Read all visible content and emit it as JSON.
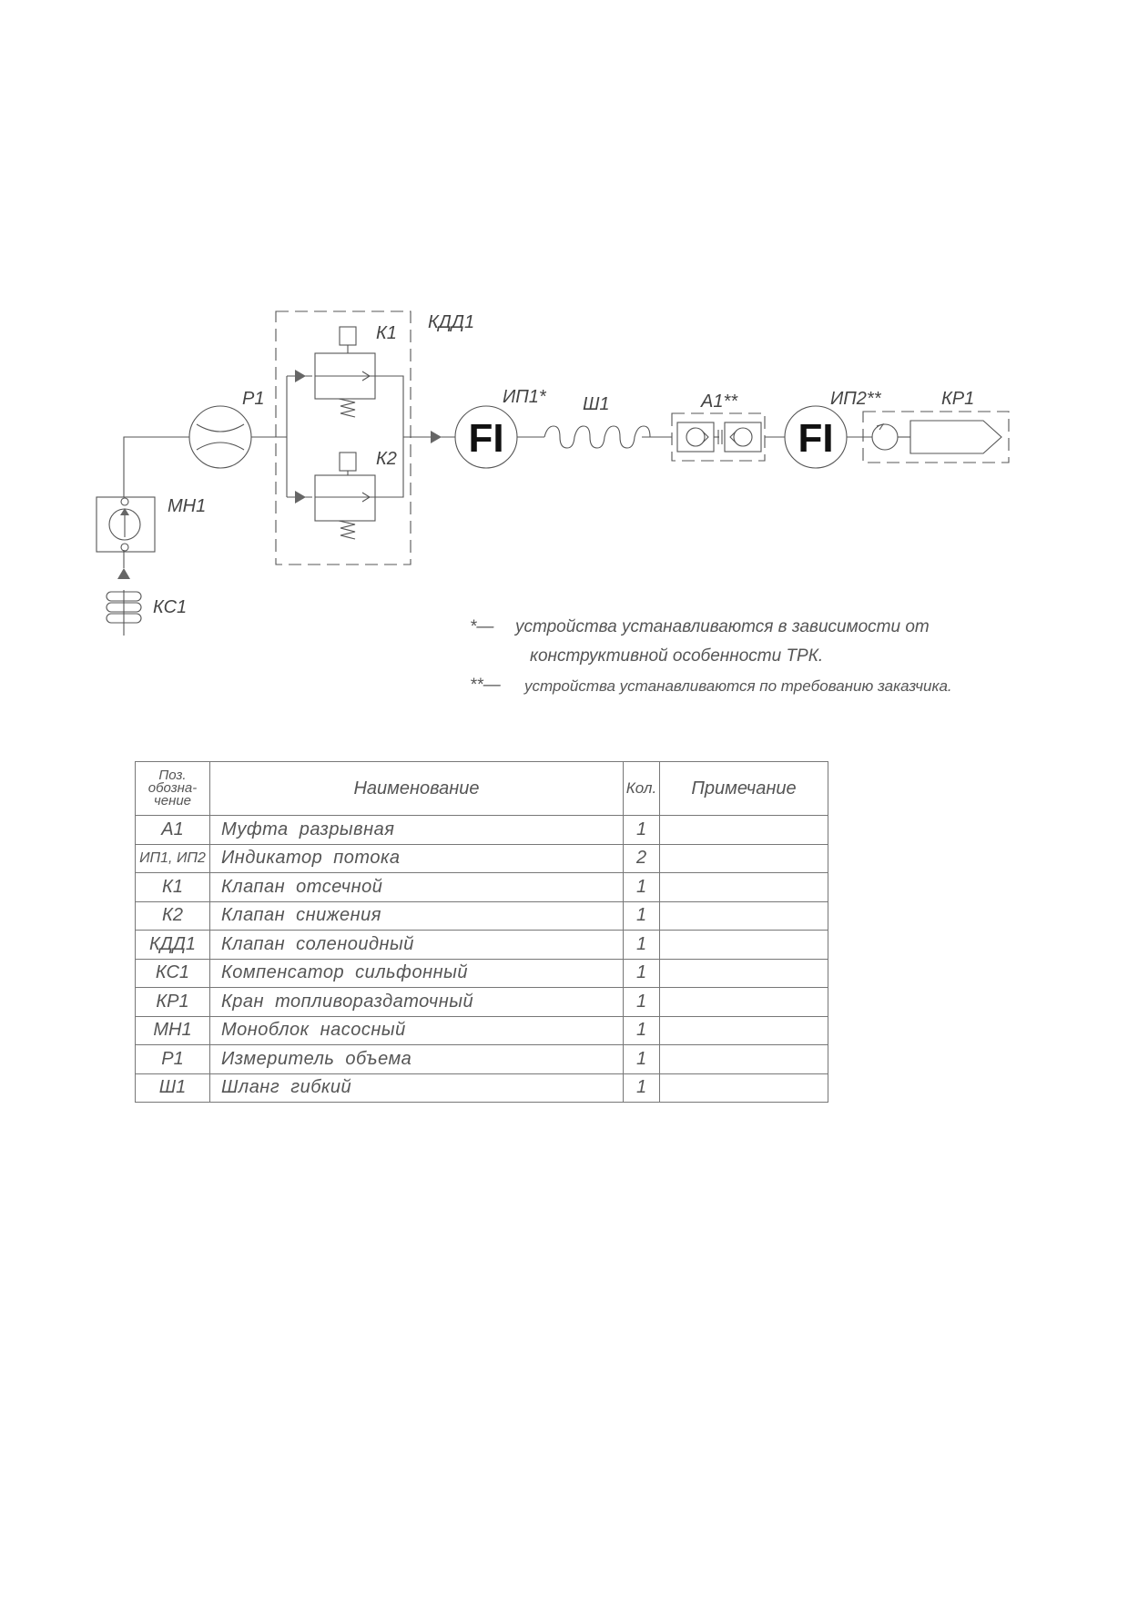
{
  "diagram": {
    "labels": {
      "kdd1": "КДД1",
      "k1": "К1",
      "k2": "К2",
      "r1": "Р1",
      "mn1": "МН1",
      "ks1": "КС1",
      "ip1": "ИП1*",
      "sh1": "Ш1",
      "a1": "А1**",
      "ip2": "ИП2**",
      "kr1": "КР1"
    },
    "indicator_text": "FI"
  },
  "notes": [
    {
      "mark": "*—",
      "text": "устройства устанавливаются в зависимости от",
      "text2": "конструктивной особенности ТРК."
    },
    {
      "mark": "**—",
      "text": "устройства устанавливаются по требованию заказчика."
    }
  ],
  "table": {
    "headers": {
      "pos_line1": "Поз.",
      "pos_line2": "обозна-",
      "pos_line3": "чение",
      "name": "Наименование",
      "qty": "Кол.",
      "note": "Примечание"
    },
    "rows": [
      {
        "pos": "А1",
        "name": "Муфта разрывная",
        "qty": "1",
        "note": ""
      },
      {
        "pos": "ИП1, ИП2",
        "name": "Индикатор потока",
        "qty": "2",
        "note": ""
      },
      {
        "pos": "К1",
        "name": "Клапан отсечной",
        "qty": "1",
        "note": ""
      },
      {
        "pos": "К2",
        "name": "Клапан снижения",
        "qty": "1",
        "note": ""
      },
      {
        "pos": "КДД1",
        "name": "Клапан соленоидный",
        "qty": "1",
        "note": ""
      },
      {
        "pos": "КС1",
        "name": "Компенсатор сильфонный",
        "qty": "1",
        "note": ""
      },
      {
        "pos": "КР1",
        "name": "Кран топливораздаточный",
        "qty": "1",
        "note": ""
      },
      {
        "pos": "МН1",
        "name": "Моноблок насосный",
        "qty": "1",
        "note": ""
      },
      {
        "pos": "Р1",
        "name": "Измеритель объема",
        "qty": "1",
        "note": ""
      },
      {
        "pos": "Ш1",
        "name": "Шланг гибкий",
        "qty": "1",
        "note": ""
      }
    ]
  }
}
